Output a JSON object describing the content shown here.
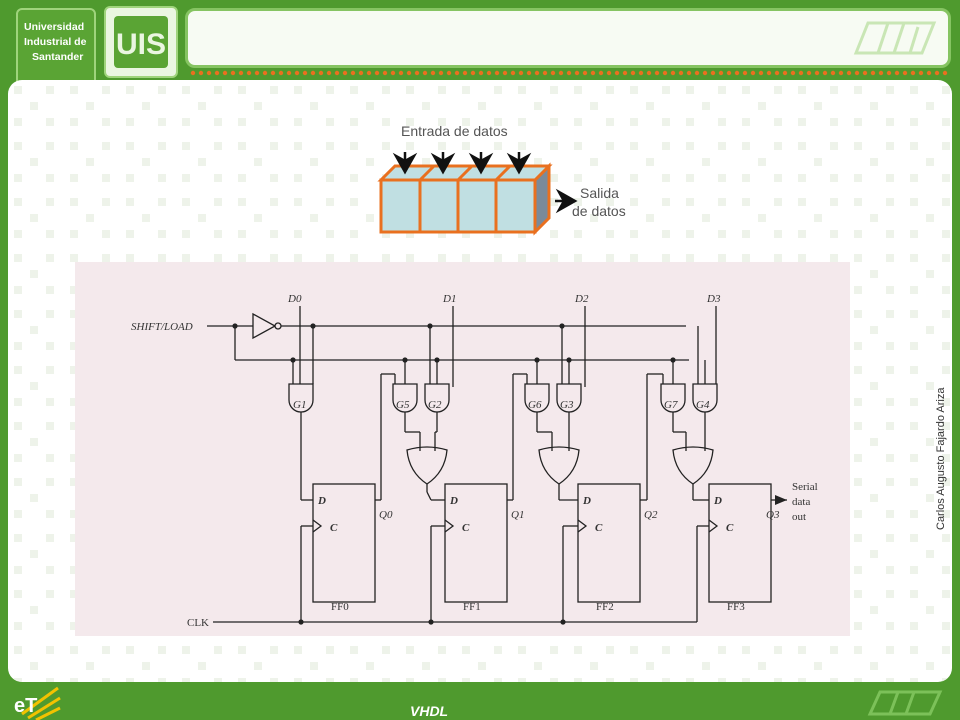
{
  "header": {
    "university_lines": [
      "Universidad",
      "Industrial de",
      "Santander"
    ],
    "logo_letters": "UIS"
  },
  "register_figure": {
    "input_label": "Entrada de datos",
    "output_label_line1": "Salida",
    "output_label_line2": "de datos",
    "cell_count": 4,
    "colors": {
      "cell_fill": "#c0dfe2",
      "cell_border": "#e9701f",
      "cell_side": "#7a8a9a"
    }
  },
  "circuit": {
    "control_input": "SHIFT/LOAD",
    "clock_input": "CLK",
    "data_inputs": [
      "D0",
      "D1",
      "D2",
      "D3"
    ],
    "gates": [
      "G1",
      "G5",
      "G2",
      "G6",
      "G3",
      "G7",
      "G4"
    ],
    "flip_flops": [
      "FF0",
      "FF1",
      "FF2",
      "FF3"
    ],
    "outputs": [
      "Q0",
      "Q1",
      "Q2",
      "Q3"
    ],
    "ff_pin_d": "D",
    "ff_pin_c": "C",
    "serial_out_lines": [
      "Serial",
      "data",
      "out"
    ]
  },
  "footer": {
    "title": "VHDL",
    "author": "Carlos Augusto Fajardo Ariza",
    "logo_text": "eT"
  },
  "colors": {
    "frame_green": "#4f9a2e",
    "accent_orange": "#e9701f"
  }
}
